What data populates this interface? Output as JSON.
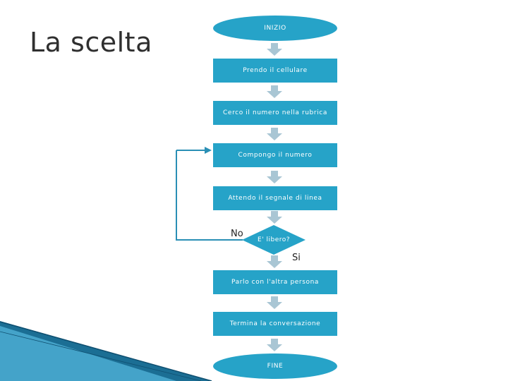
{
  "title": "La scelta",
  "colors": {
    "node": "#26a3c8",
    "arrow": "#a9c6d4",
    "line": "#2a8fb5",
    "deco_dark": "#1b6e94",
    "deco_light": "#5ab6d8"
  },
  "flow": {
    "start": "INIZIO",
    "steps": [
      "Prendo il cellulare",
      "Cerco il numero nella rubrica",
      "Compongo il numero",
      "Attendo il segnale di linea"
    ],
    "decision": "E' libero?",
    "no_label": "No",
    "yes_label": "Si",
    "after_steps": [
      "Parlo con l'altra persona",
      "Termina la conversazione"
    ],
    "end": "FINE"
  }
}
